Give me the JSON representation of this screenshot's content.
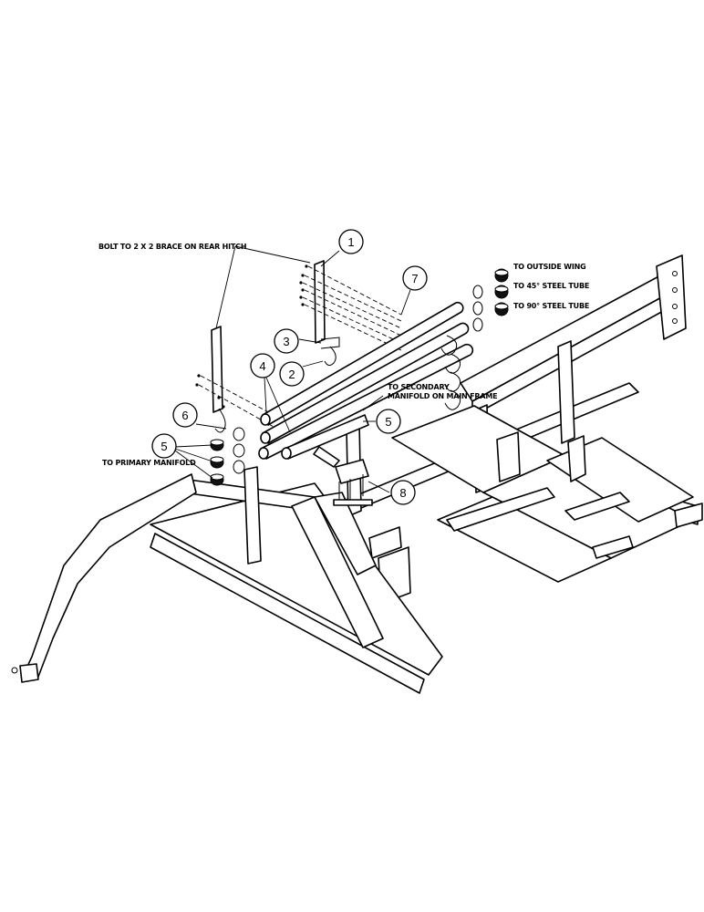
{
  "labels": {
    "bolt_note": "BOLT TO 2 X 2 BRACE ON REAR HITCH",
    "outside_wing": "TO OUTSIDE WING",
    "steel_45": "TO 45° STEEL TUBE",
    "steel_90": "TO 90° STEEL TUBE",
    "secondary_1": "TO SECONDARY",
    "secondary_2": "MANIFOLD ON MAIN FRAME",
    "primary": "TO PRIMARY MANIFOLD"
  },
  "callouts": {
    "c1": "1",
    "c2": "2",
    "c3": "3",
    "c4": "4",
    "c5a": "5",
    "c5b": "5",
    "c6": "6",
    "c7": "7",
    "c8": "8"
  }
}
